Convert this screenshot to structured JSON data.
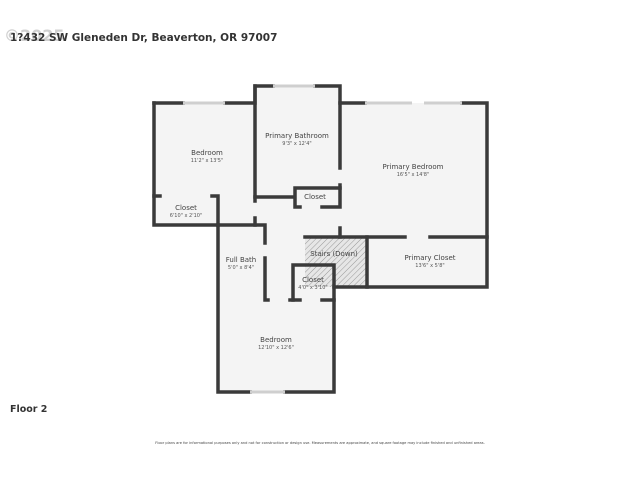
{
  "header": {
    "address": "1?432 SW Gleneden Dr, Beaverton, OR 97007",
    "watermark": "©2025"
  },
  "floor_label": "Floor 2",
  "rooms": [
    {
      "name": "Bedroom",
      "dims": "11'2\" x 13'5\""
    },
    {
      "name": "Primary Bathroom",
      "dims": "9'3\" x 12'4\""
    },
    {
      "name": "Primary Bedroom",
      "dims": "16'5\" x 14'8\""
    },
    {
      "name": "Closet",
      "dims": "6'10\" x 2'10\""
    },
    {
      "name": "Closet",
      "dims": ""
    },
    {
      "name": "Stairs (Down)",
      "dims": ""
    },
    {
      "name": "Primary Closet",
      "dims": "13'6\" x 5'8\""
    },
    {
      "name": "Full Bath",
      "dims": "5'0\" x 8'4\""
    },
    {
      "name": "Closet",
      "dims": "4'0\" x 3'10\""
    },
    {
      "name": "Bedroom",
      "dims": "12'10\" x 12'6\""
    }
  ],
  "colors": {
    "wall": "#3a3a3a",
    "floor": "#f4f4f4",
    "window": "#d9d9d9"
  },
  "disclaimer": "Floor plans are for informational purposes only and not for construction or design use. Measurements are approximate, and square footage may include finished and unfinished areas."
}
